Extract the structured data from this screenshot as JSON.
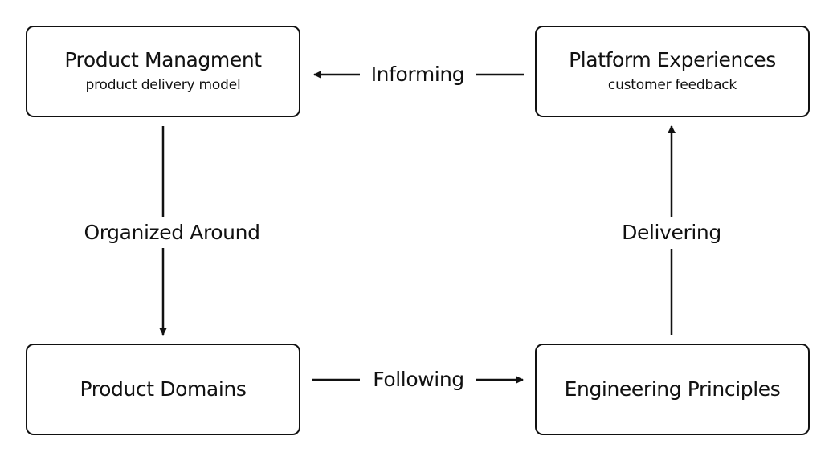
{
  "nodes": {
    "product_management": {
      "title": "Product Managment",
      "subtitle": "product delivery model"
    },
    "platform_experiences": {
      "title": "Platform Experiences",
      "subtitle": "customer feedback"
    },
    "product_domains": {
      "title": "Product Domains"
    },
    "engineering_principles": {
      "title": "Engineering Principles"
    }
  },
  "edges": {
    "informing": {
      "label": "Informing",
      "from": "Platform Experiences",
      "to": "Product Managment"
    },
    "organized_around": {
      "label": "Organized Around",
      "from": "Product Managment",
      "to": "Product Domains"
    },
    "following": {
      "label": "Following",
      "from": "Product Domains",
      "to": "Engineering Principles"
    },
    "delivering": {
      "label": "Delivering",
      "from": "Engineering Principles",
      "to": "Platform Experiences"
    }
  },
  "colors": {
    "stroke": "#111111",
    "background": "#ffffff"
  }
}
